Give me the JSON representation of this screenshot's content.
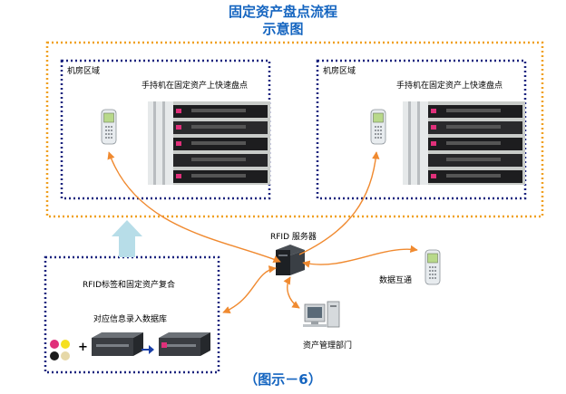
{
  "title": {
    "line1": "固定资产盘点流程",
    "line2": "示意图"
  },
  "zones": [
    {
      "label": "机房区域",
      "description": "手持机在固定资产上快速盘点"
    },
    {
      "label": "机房区域",
      "description": "手持机在固定资产上快速盘点"
    }
  ],
  "server": {
    "label": "RFID 服务器"
  },
  "sync": {
    "label": "数据互通"
  },
  "dept": {
    "label": "资产管理部门"
  },
  "registration": {
    "line1": "RFID标签和固定资产复合",
    "line2": "对应信息录入数据库",
    "plus": "+"
  },
  "caption": "（图示－6）",
  "colors": {
    "title": "#1565c0",
    "outer_border": "#f0a020",
    "inner_border": "#1a237e",
    "arrow": "#f08a30",
    "up_arrow": "#b7dde8",
    "device": "#2a2a2a"
  }
}
